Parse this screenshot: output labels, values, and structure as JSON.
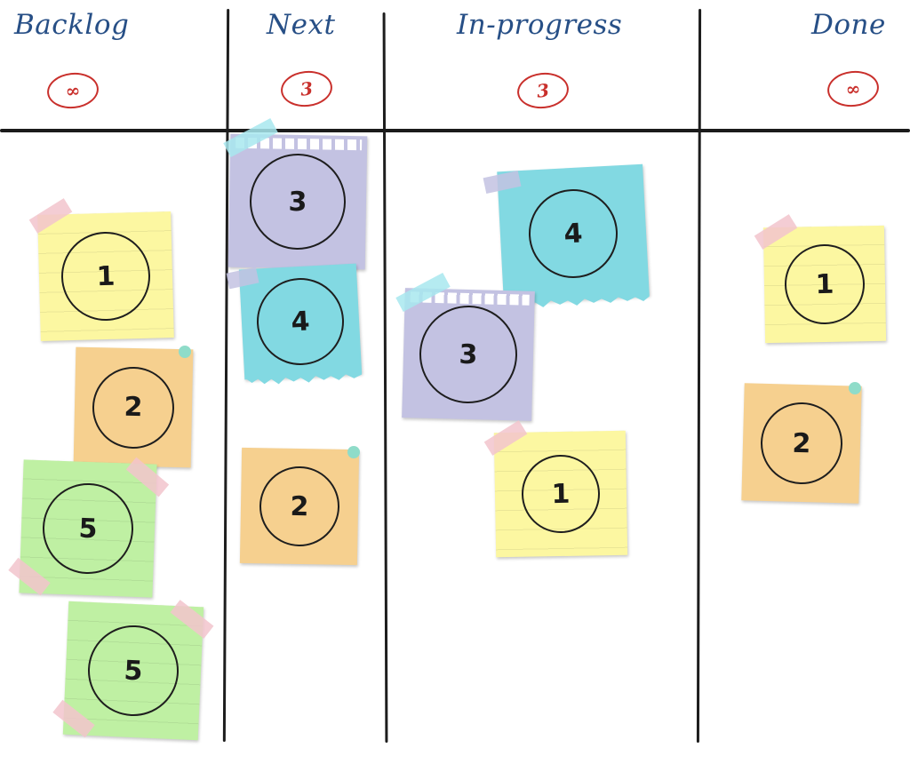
{
  "colors": {
    "title": "#274f86",
    "wip": "#c9302c",
    "yellow": "#fcf7a1",
    "orange": "#f6d08f",
    "green": "#bff0a3",
    "purple": "#c3c2e2",
    "teal": "#82d9e2",
    "tape_pink": "#f2c4cc",
    "tape_teal": "#a8e8ee",
    "pin_teal": "#8fdcc9"
  },
  "columns": [
    {
      "title": "Backlog",
      "wip_limit": "∞",
      "cards": [
        {
          "points": "1",
          "color": "yellow"
        },
        {
          "points": "2",
          "color": "orange"
        },
        {
          "points": "5",
          "color": "green"
        },
        {
          "points": "5",
          "color": "green"
        }
      ]
    },
    {
      "title": "Next",
      "wip_limit": "3",
      "cards": [
        {
          "points": "3",
          "color": "purple"
        },
        {
          "points": "4",
          "color": "teal"
        },
        {
          "points": "2",
          "color": "orange"
        }
      ]
    },
    {
      "title": "In-progress",
      "wip_limit": "3",
      "cards": [
        {
          "points": "4",
          "color": "teal"
        },
        {
          "points": "3",
          "color": "purple"
        },
        {
          "points": "1",
          "color": "yellow"
        }
      ]
    },
    {
      "title": "Done",
      "wip_limit": "∞",
      "cards": [
        {
          "points": "1",
          "color": "yellow"
        },
        {
          "points": "2",
          "color": "orange"
        }
      ]
    }
  ]
}
